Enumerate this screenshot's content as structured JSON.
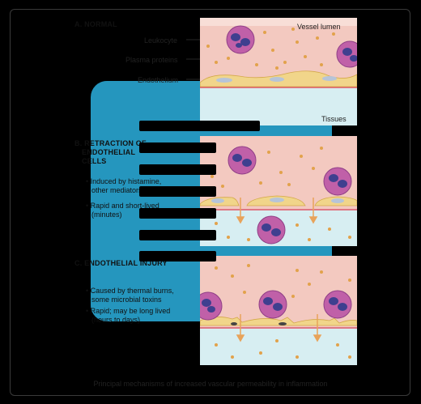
{
  "section_a": {
    "title": "A. NORMAL",
    "labels": {
      "leukocyte": "Leukocyte",
      "plasma_proteins": "Plasma proteins",
      "endothelium": "Endothelium",
      "vessel_lumen": "Vessel lumen",
      "tissues": "Tissues"
    }
  },
  "section_b": {
    "title_lines": [
      "B. RETRACTION OF",
      "ENDOTHELIAL",
      "CELLS"
    ],
    "bullets": [
      [
        "Induced by histamine,",
        "other mediators"
      ],
      [
        "Rapid and short-lived",
        "(minutes)"
      ]
    ]
  },
  "section_c": {
    "title": "C. ENDOTHELIAL INJURY",
    "bullets": [
      [
        "Caused by thermal burns,",
        "some microbial toxins"
      ],
      [
        "Rapid; may be long lived",
        "(hours to days)"
      ]
    ]
  },
  "caption": "Principal mechanisms of increased vascular permeability in inflammation",
  "colors": {
    "lumen": "#f3c9c0",
    "endothelium": "#f1d58a",
    "tissue": "#d7eef2",
    "protein": "#e2a24b",
    "leukocyte": "#c060a8",
    "nucleus": "#3f3f8f",
    "arrow": "#e8a35a",
    "blue_bar": "#2596be"
  }
}
